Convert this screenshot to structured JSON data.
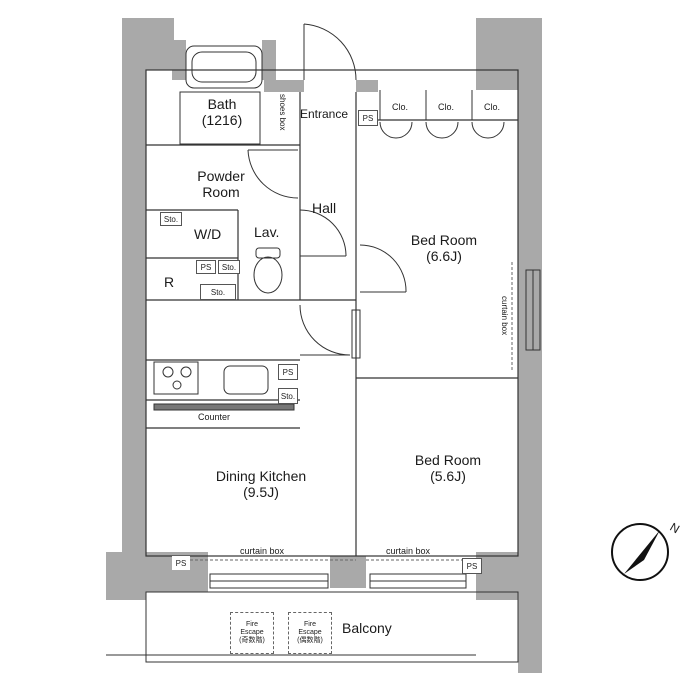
{
  "rooms": {
    "bath": {
      "name": "Bath",
      "size": "(1216)"
    },
    "shoes_box": "shoes box",
    "entrance": "Entrance",
    "closets": [
      "Clo.",
      "Clo.",
      "Clo."
    ],
    "powder_room": {
      "line1": "Powder",
      "line2": "Room"
    },
    "hall": "Hall",
    "wd": "W/D",
    "lav": "Lav.",
    "refrigerator": "R",
    "bedroom_1": {
      "name": "Bed Room",
      "size": "(6.6J)"
    },
    "bedroom_2": {
      "name": "Bed Room",
      "size": "(5.6J)"
    },
    "dining_kitchen": {
      "name": "Dining Kitchen",
      "size": "(9.5J)"
    },
    "counter": "Counter",
    "balcony": "Balcony"
  },
  "labels": {
    "ps": "PS",
    "sto": "Sto.",
    "curtain_box": "curtain box",
    "fire_escape_1": {
      "line1": "Fire",
      "line2": "Escape",
      "line3": "(奇数階)"
    },
    "fire_escape_2": {
      "line1": "Fire",
      "line2": "Escape",
      "line3": "(偶数階)"
    }
  },
  "compass": {
    "label": "N",
    "icon": "north-arrow-icon"
  },
  "colors": {
    "wall": "#a9a9a9",
    "line": "#333333",
    "background": "#ffffff"
  }
}
